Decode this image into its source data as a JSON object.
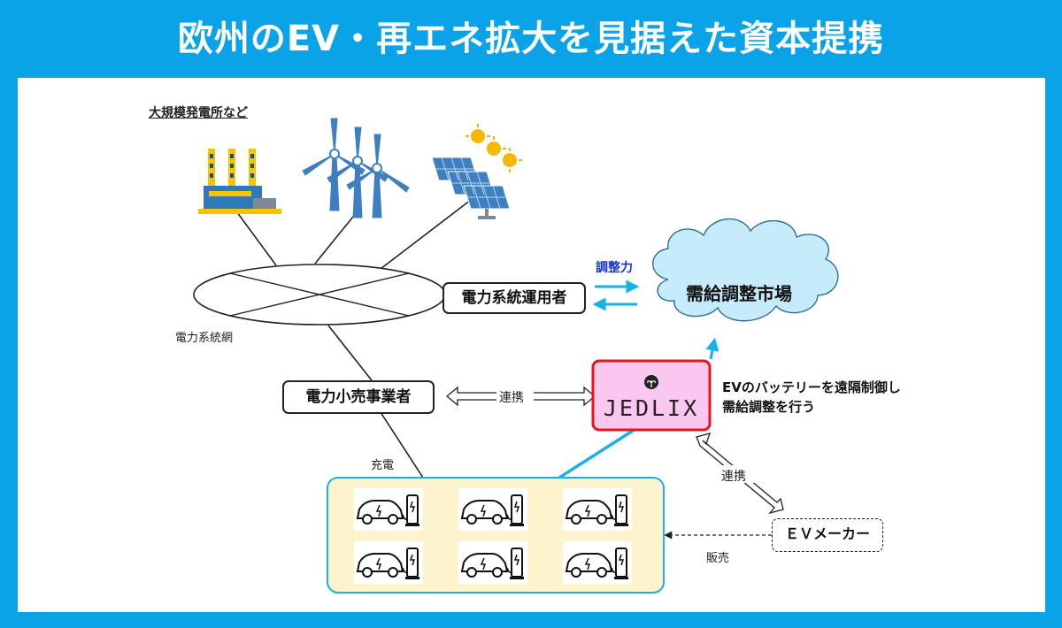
{
  "title": "欧州のEV・再エネ拡大を見据えた資本提携",
  "labels": {
    "power_plants": "大規模発電所など",
    "grid": "電力系統網",
    "grid_operator": "電力系統運用者",
    "adjustment_power": "調整力",
    "balancing_market": "需給調整市場",
    "retailer": "電力小売事業者",
    "cooperation_1": "連携",
    "cooperation_2": "連携",
    "jedlix_logo": "JEDLIX",
    "jedlix_desc_line1": "EVのバッテリーを遠隔制御し",
    "jedlix_desc_line2": "需給調整を行う",
    "charging": "充電",
    "ev_maker": "ＥＶメーカー",
    "sales": "販売"
  },
  "colors": {
    "header_bg": "#0aa3e8",
    "arrow_blue": "#1ab0ea",
    "jedlix_border": "#e8161b",
    "jedlix_fill": "#f9c7f0",
    "cloud_fill": "#c6ebfb",
    "ev_area_fill": "#fdf3cf",
    "adjust_text": "#1a33d4"
  },
  "icons": [
    "factory-icon",
    "wind-turbine-icon",
    "solar-panel-icon",
    "ev-charging-icon"
  ]
}
